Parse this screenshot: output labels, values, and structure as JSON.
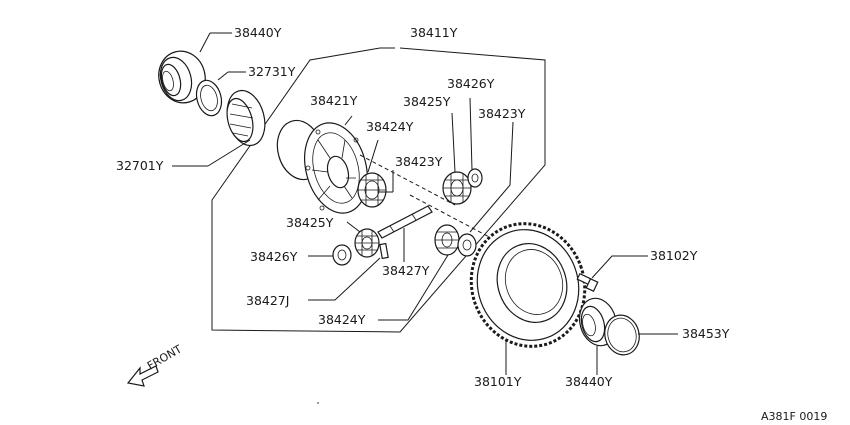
{
  "diagram": {
    "labels": {
      "bearing_top": "38440Y",
      "shim": "32731Y",
      "side_retainer": "32701Y",
      "diff_assembly": "38411Y",
      "diff_case": "38421Y",
      "thrust_washer_top": "38426Y",
      "side_gear_top": "38425Y",
      "pinion_gear_upper": "38424Y",
      "pinion_washer_top": "38423Y",
      "pinion_washer_mid": "38423Y",
      "side_gear_left": "38425Y",
      "thrust_washer_left": "38426Y",
      "pinion_shaft": "38427Y",
      "lock_pin": "38427J",
      "pinion_gear_lower": "38424Y",
      "ring_gear": "38101Y",
      "ring_bolt": "38102Y",
      "bearing_bottom": "38440Y",
      "snap_ring": "38453Y"
    },
    "front_label": "FRONT",
    "diagram_code": "A381F 0019"
  }
}
